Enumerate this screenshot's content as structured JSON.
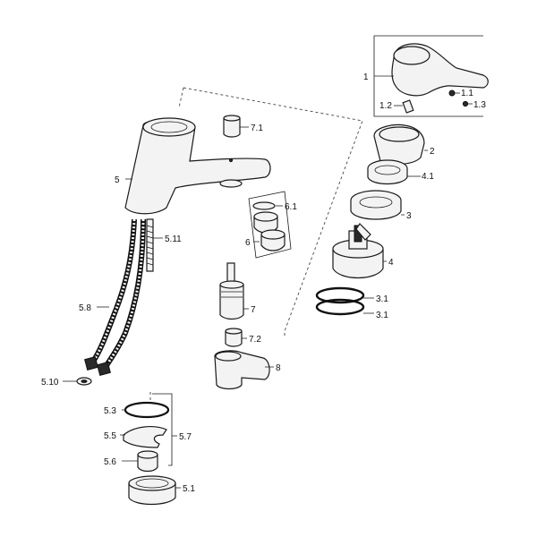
{
  "labels": {
    "p1": "1",
    "p1_1": "1.1",
    "p1_2": "1.2",
    "p1_3": "1.3",
    "p2": "2",
    "p4_1": "4.1",
    "p3": "3",
    "p4": "4",
    "p3_1a": "3.1",
    "p3_1b": "3.1",
    "p5": "5",
    "p7_1": "7.1",
    "p6_1": "6.1",
    "p6": "6",
    "p5_11": "5.11",
    "p5_8": "5.8",
    "p7": "7",
    "p7_2": "7.2",
    "p8": "8",
    "p5_10": "5.10",
    "p5_3": "5.3",
    "p5_5": "5.5",
    "p5_7": "5.7",
    "p5_6": "5.6",
    "p5_1": "5.1"
  }
}
